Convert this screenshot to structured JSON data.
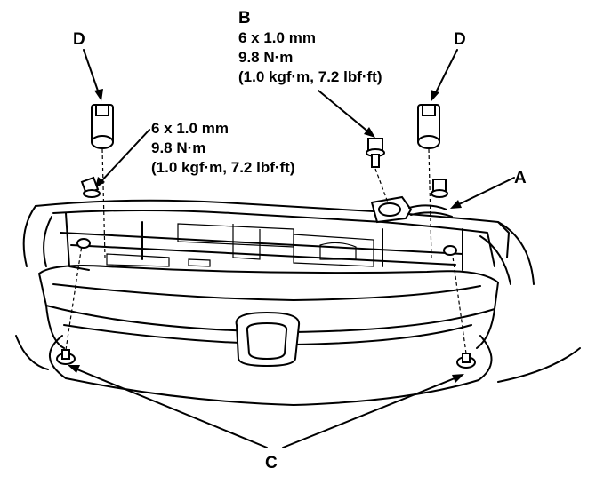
{
  "labels": {
    "A": "A",
    "B": "B",
    "C": "C",
    "D_left": "D",
    "D_right": "D"
  },
  "spec_b": {
    "size": "6 x 1.0 mm",
    "torque": "9.8 N·m",
    "torque_alt": "(1.0 kgf·m, 7.2 lbf·ft)"
  },
  "spec_left": {
    "size": "6 x 1.0 mm",
    "torque": "9.8 N·m",
    "torque_alt": "(1.0 kgf·m, 7.2 lbf·ft)"
  }
}
